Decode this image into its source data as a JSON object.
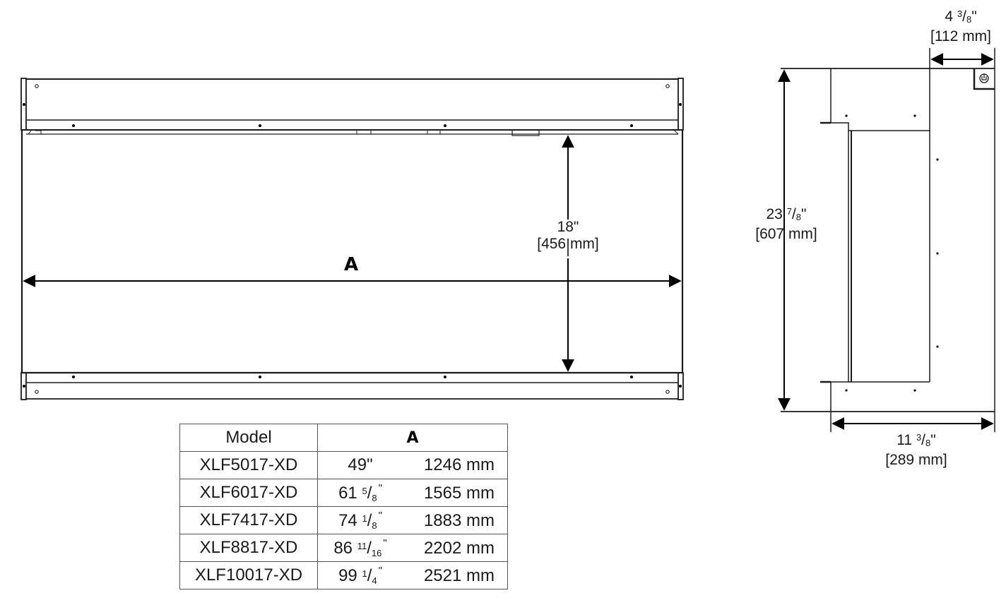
{
  "front_view": {
    "dimension_A_label": "A",
    "height": {
      "inches": "18\"",
      "mm": "[456 mm]"
    }
  },
  "side_view": {
    "depth_top": {
      "whole": "4",
      "num": "3",
      "den": "8",
      "unit": "\"",
      "mm": "[112 mm]"
    },
    "overall_height": {
      "whole": "23",
      "num": "7",
      "den": "8",
      "unit": "\"",
      "mm": "[607 mm]"
    },
    "overall_depth": {
      "whole": "11",
      "num": "3",
      "den": "8",
      "unit": "\"",
      "mm": "[289 mm]"
    },
    "power_icon": "power-knob-icon"
  },
  "table": {
    "headers": {
      "model": "Model",
      "a": "A"
    },
    "rows": [
      {
        "model": "XLF5017-XD",
        "whole": "49\"",
        "num": "",
        "den": "",
        "mm": "1246 mm"
      },
      {
        "model": "XLF6017-XD",
        "whole": "61",
        "num": "5",
        "den": "8",
        "mm": "1565 mm"
      },
      {
        "model": "XLF7417-XD",
        "whole": "74",
        "num": "1",
        "den": "8",
        "mm": "1883 mm"
      },
      {
        "model": "XLF8817-XD",
        "whole": "86",
        "num": "11",
        "den": "16",
        "mm": "2202 mm"
      },
      {
        "model": "XLF10017-XD",
        "whole": "99",
        "num": "1",
        "den": "4",
        "mm": "2521 mm"
      }
    ]
  },
  "colors": {
    "line": "#1a1a1a",
    "table_border": "#555555",
    "background": "#ffffff"
  }
}
